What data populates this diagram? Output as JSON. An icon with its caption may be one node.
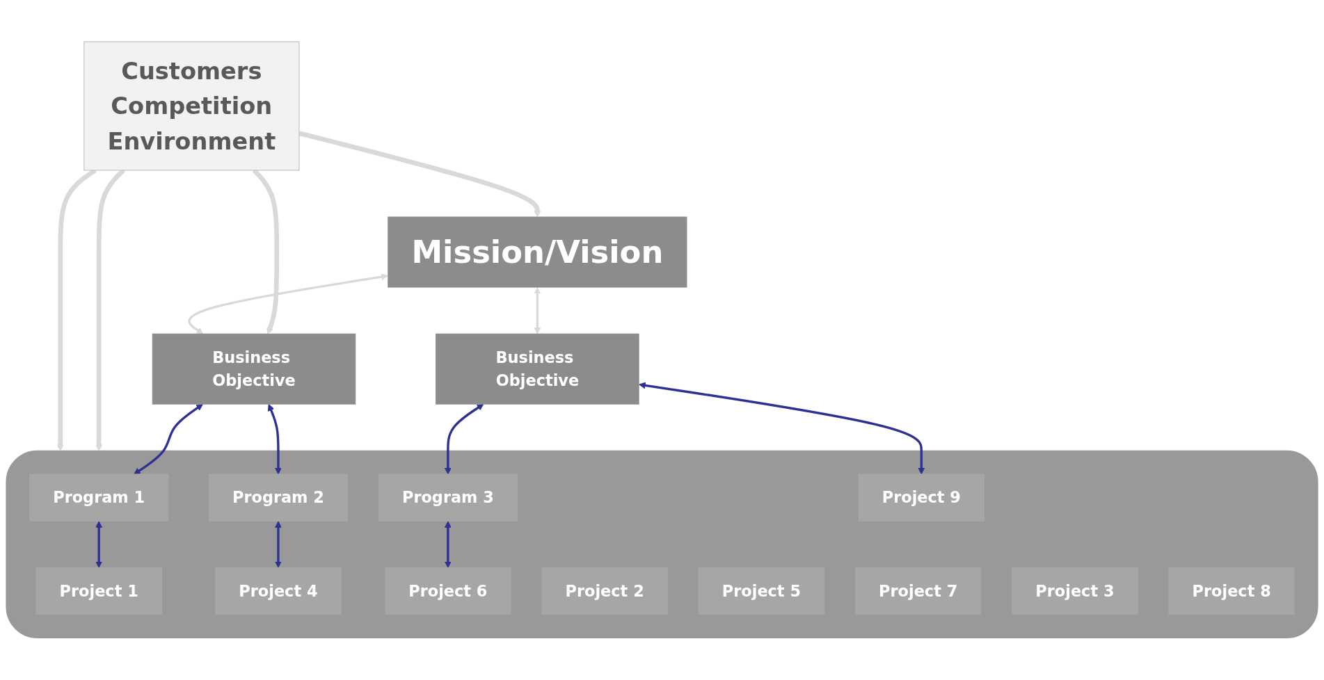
{
  "diagram": {
    "nodes": [
      {
        "text": [
          "Customers",
          "Competition",
          "Environment"
        ]
      },
      {
        "text": [
          "Mission/Vision"
        ]
      },
      {
        "text": [
          "Business Objective"
        ]
      },
      {
        "text": [
          "Business Objective"
        ]
      },
      {
        "text": [],
        "shape": "box"
      },
      {
        "text": [
          "Program 1"
        ],
        "in": 4
      },
      {
        "text": [
          "Program 2"
        ],
        "in": 4
      },
      {
        "text": [
          "Program 3"
        ],
        "in": 4
      },
      {
        "text": [
          "Project 1"
        ],
        "in": 4
      },
      {
        "text": [
          "Project 4"
        ],
        "in": 4
      },
      {
        "text": [
          "Project 6"
        ],
        "in": 4
      },
      {
        "text": [
          "Project 9"
        ],
        "in": 4
      },
      {
        "text": [
          "Project 2"
        ],
        "in": 4
      },
      {
        "text": [
          "Project 5"
        ],
        "in": 4
      },
      {
        "text": [
          "Project 7"
        ],
        "in": 4
      },
      {
        "text": [
          "Project 3"
        ],
        "in": 4
      },
      {
        "text": [
          "Project 8"
        ],
        "in": 4
      }
    ],
    "edges": [
      {
        "from": 0,
        "to": 1,
        "arrow": "to",
        "style": "thick",
        "color": "#d9d9d9"
      },
      {
        "from": 0,
        "to": 2,
        "arrow": "to",
        "style": "thick",
        "color": "#d9d9d9"
      },
      {
        "from": 0,
        "to": 4,
        "arrow": "to",
        "style": "thick",
        "color": "#d9d9d9"
      },
      {
        "from": 0,
        "to": 4,
        "arrow": "to",
        "style": "thick",
        "color": "#d9d9d9"
      },
      {
        "from": 1,
        "to": 2,
        "arrow": "both",
        "color": "#d9d9d9"
      },
      {
        "from": 1,
        "to": 3,
        "arrow": "both",
        "color": "#d9d9d9"
      },
      {
        "from": 2,
        "to": 5,
        "arrow": "both"
      },
      {
        "from": 2,
        "to": 6,
        "arrow": "both"
      },
      {
        "from": 3,
        "to": 7,
        "arrow": "both"
      },
      {
        "from": 3,
        "to": 11,
        "arrow": "both"
      },
      {
        "from": 5,
        "to": 8,
        "arrow": "both"
      },
      {
        "from": 6,
        "to": 9,
        "arrow": "both"
      },
      {
        "from": 7,
        "to": 10,
        "arrow": "both"
      }
    ]
  }
}
